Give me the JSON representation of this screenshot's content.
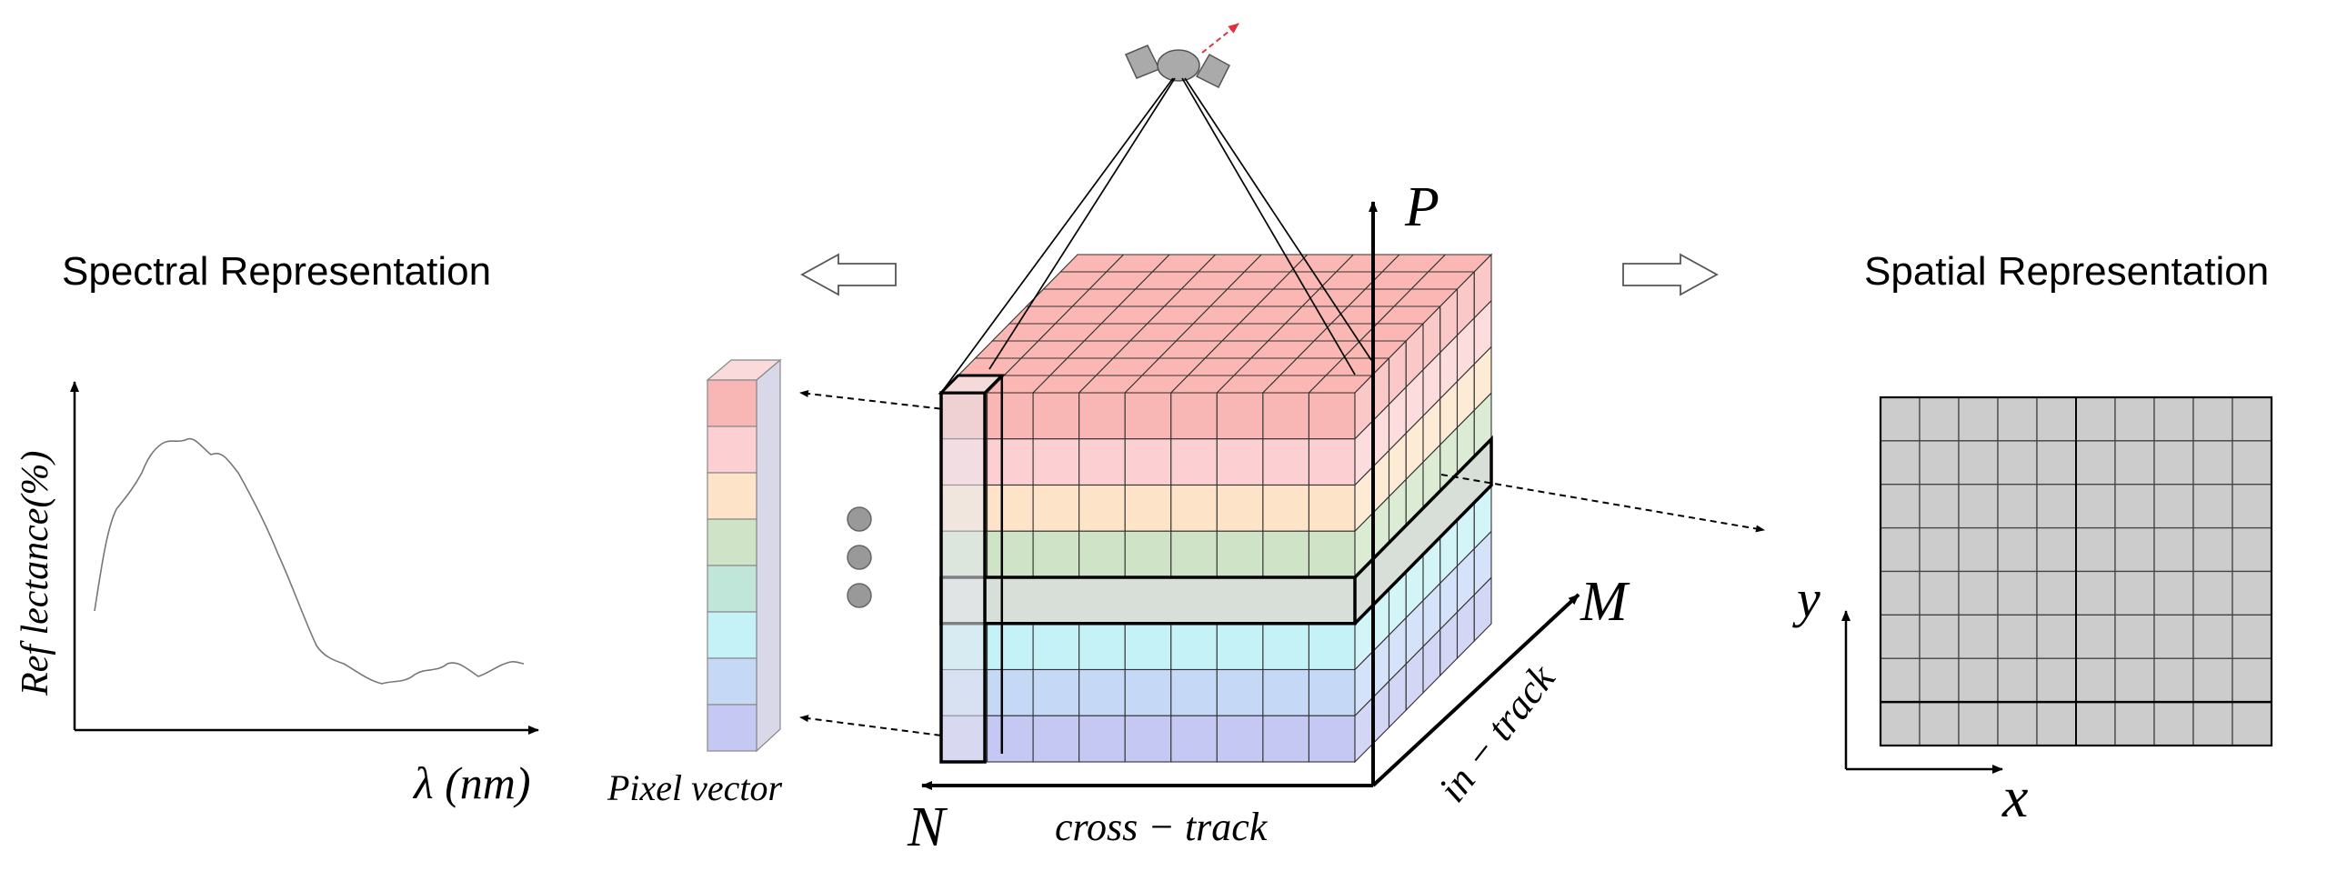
{
  "titles": {
    "spectral": "Spectral Representation",
    "spatial": "Spatial Representation"
  },
  "spectral_plot": {
    "ylabel": "Ref lectance(%)",
    "xlabel": "λ (nm)"
  },
  "pixel_vector_label": "Pixel vector",
  "cube_axes": {
    "vertical": "P",
    "depth": "M",
    "horizontal": "N",
    "horizontal_caption": "cross − track",
    "depth_caption": "in − track"
  },
  "spatial_grid": {
    "x_label": "x",
    "y_label": "y",
    "rows": 8,
    "cols": 10
  },
  "band_colors": [
    "#f8b6b4",
    "#fcd0d3",
    "#fde4c8",
    "#cfe4c6",
    "#c0e6d9",
    "#c4f2f6",
    "#c5d9f7",
    "#c5c8f2"
  ],
  "colors": {
    "grid_fill": "#cccccc",
    "satellite": "#aaaaaa",
    "velocity_arrow": "#e03040"
  }
}
